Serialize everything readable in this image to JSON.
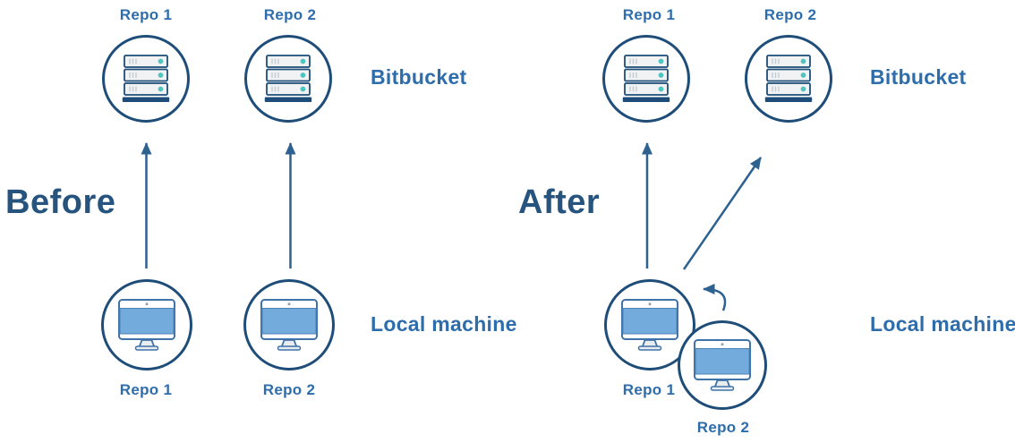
{
  "colors": {
    "navy": "#1d4d78",
    "icon-stroke": "#3e72a8",
    "label-blue": "#2e6dab",
    "heading-blue": "#27547f",
    "arrow-blue": "#2d6190",
    "screen-blue": "#74abdd",
    "screen-edge": "#4d82b6",
    "teal": "#4fc4c1",
    "row-fill": "#f1f2f3",
    "row-tick": "#c3ccd5",
    "stand-fill": "#e9edf0",
    "monitor-frame": "#ffffff",
    "camera-dot": "#93a1ad"
  },
  "icons": {
    "server": "server-rack-icon",
    "machine": "desktop-monitor-icon",
    "straight_arrow": "push-arrow",
    "curved_arrow": "merge-curved-arrow"
  },
  "before": {
    "heading": "Before",
    "bitbucket_label": "Bitbucket",
    "local_label": "Local machine",
    "server1_label": "Repo 1",
    "server2_label": "Repo 2",
    "machine1_label": "Repo 1",
    "machine2_label": "Repo 2"
  },
  "after": {
    "heading": "After",
    "bitbucket_label": "Bitbucket",
    "local_label": "Local machine",
    "server1_label": "Repo 1",
    "server2_label": "Repo 2",
    "machine1_label": "Repo 1",
    "machine2_label": "Repo 2"
  }
}
